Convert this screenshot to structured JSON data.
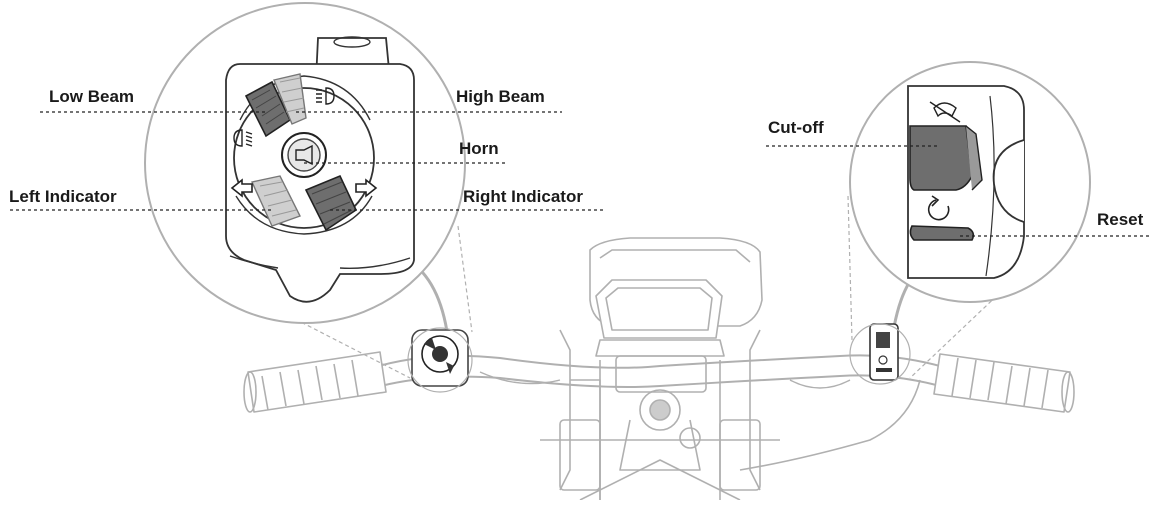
{
  "diagram": {
    "left_callouts": [
      {
        "id": "low-beam",
        "label": "Low Beam"
      },
      {
        "id": "left-indicator",
        "label": "Left Indicator"
      }
    ],
    "right_callouts": [
      {
        "id": "high-beam",
        "label": "High Beam"
      },
      {
        "id": "horn",
        "label": "Horn"
      },
      {
        "id": "right-indicator",
        "label": "Right Indicator"
      }
    ],
    "right_switch_callouts": [
      {
        "id": "cut-off",
        "label": "Cut-off"
      },
      {
        "id": "reset",
        "label": "Reset"
      }
    ],
    "icons": [
      "low-beam-icon",
      "high-beam-icon",
      "horn-icon",
      "left-arrow-icon",
      "right-arrow-icon",
      "engine-cut-off-icon",
      "reset-icon"
    ],
    "colors": {
      "line": "#9a9a9a",
      "dark_line": "#222222",
      "button_dark": "#6e6e6e",
      "button_light": "#cfcfcf",
      "label": "#1a1a1a"
    }
  }
}
